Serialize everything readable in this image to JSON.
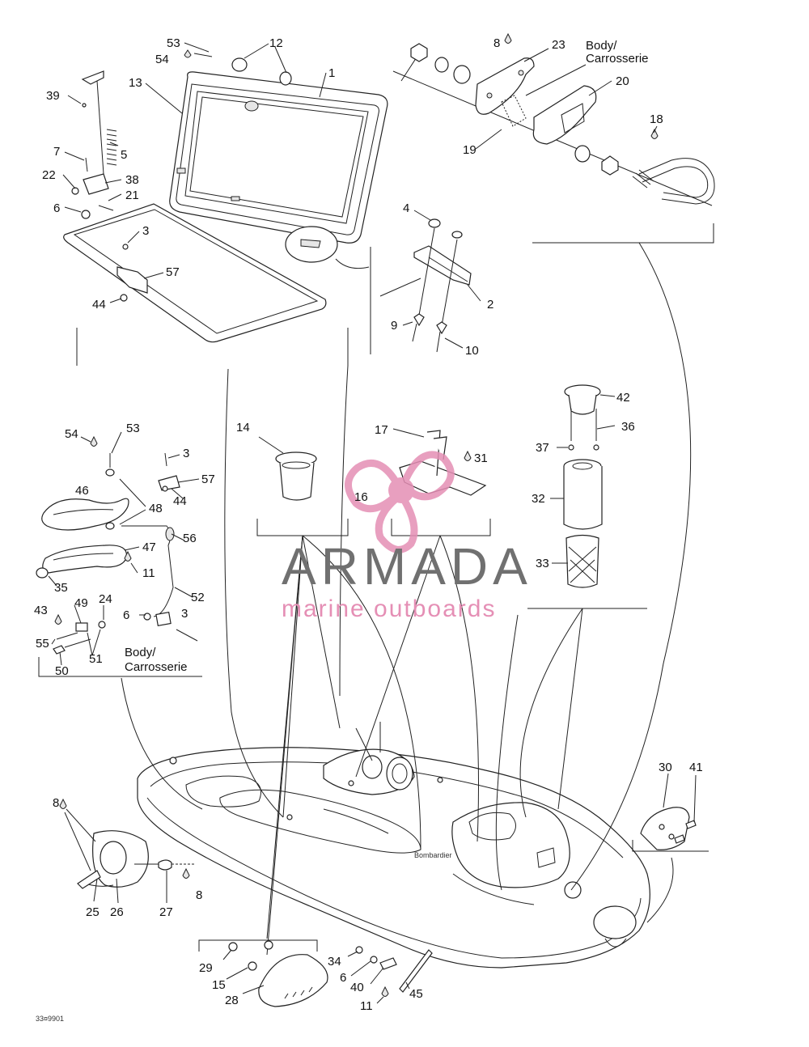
{
  "callouts": [
    {
      "id": "c1",
      "text": "1"
    },
    {
      "id": "c2",
      "text": "2"
    },
    {
      "id": "c3a",
      "text": "3"
    },
    {
      "id": "c3b",
      "text": "3"
    },
    {
      "id": "c3c",
      "text": "3"
    },
    {
      "id": "c4",
      "text": "4"
    },
    {
      "id": "c5",
      "text": "5"
    },
    {
      "id": "c6a",
      "text": "6"
    },
    {
      "id": "c6b",
      "text": "6"
    },
    {
      "id": "c6c",
      "text": "6"
    },
    {
      "id": "c7",
      "text": "7"
    },
    {
      "id": "c8a",
      "text": "8"
    },
    {
      "id": "c8b",
      "text": "8"
    },
    {
      "id": "c8c",
      "text": "8"
    },
    {
      "id": "c9",
      "text": "9"
    },
    {
      "id": "c10",
      "text": "10"
    },
    {
      "id": "c11a",
      "text": "11"
    },
    {
      "id": "c11b",
      "text": "11"
    },
    {
      "id": "c12",
      "text": "12"
    },
    {
      "id": "c13",
      "text": "13"
    },
    {
      "id": "c14",
      "text": "14"
    },
    {
      "id": "c15",
      "text": "15"
    },
    {
      "id": "c16",
      "text": "16"
    },
    {
      "id": "c17",
      "text": "17"
    },
    {
      "id": "c18",
      "text": "18"
    },
    {
      "id": "c19",
      "text": "19"
    },
    {
      "id": "c20",
      "text": "20"
    },
    {
      "id": "c21",
      "text": "21"
    },
    {
      "id": "c22",
      "text": "22"
    },
    {
      "id": "c23",
      "text": "23"
    },
    {
      "id": "c24",
      "text": "24"
    },
    {
      "id": "c25",
      "text": "25"
    },
    {
      "id": "c26",
      "text": "26"
    },
    {
      "id": "c27",
      "text": "27"
    },
    {
      "id": "c28",
      "text": "28"
    },
    {
      "id": "c29",
      "text": "29"
    },
    {
      "id": "c30",
      "text": "30"
    },
    {
      "id": "c31",
      "text": "31"
    },
    {
      "id": "c32",
      "text": "32"
    },
    {
      "id": "c33",
      "text": "33"
    },
    {
      "id": "c34",
      "text": "34"
    },
    {
      "id": "c35",
      "text": "35"
    },
    {
      "id": "c36",
      "text": "36"
    },
    {
      "id": "c37",
      "text": "37"
    },
    {
      "id": "c38",
      "text": "38"
    },
    {
      "id": "c39",
      "text": "39"
    },
    {
      "id": "c40",
      "text": "40"
    },
    {
      "id": "c41",
      "text": "41"
    },
    {
      "id": "c42",
      "text": "42"
    },
    {
      "id": "c43",
      "text": "43"
    },
    {
      "id": "c44a",
      "text": "44"
    },
    {
      "id": "c44b",
      "text": "44"
    },
    {
      "id": "c45",
      "text": "45"
    },
    {
      "id": "c46",
      "text": "46"
    },
    {
      "id": "c47",
      "text": "47"
    },
    {
      "id": "c48",
      "text": "48"
    },
    {
      "id": "c49",
      "text": "49"
    },
    {
      "id": "c50",
      "text": "50"
    },
    {
      "id": "c51",
      "text": "51"
    },
    {
      "id": "c52",
      "text": "52"
    },
    {
      "id": "c53a",
      "text": "53"
    },
    {
      "id": "c53b",
      "text": "53"
    },
    {
      "id": "c54a",
      "text": "54"
    },
    {
      "id": "c54b",
      "text": "54"
    },
    {
      "id": "c55",
      "text": "55"
    },
    {
      "id": "c56",
      "text": "56"
    },
    {
      "id": "c57a",
      "text": "57"
    },
    {
      "id": "c57b",
      "text": "57"
    }
  ],
  "body_label": {
    "line1": "Body/",
    "line2": "Carrosserie"
  },
  "watermark": {
    "brand": "ARMADA",
    "tagline": "marine outboards",
    "color_brand": "#707070",
    "color_tagline": "#e58fb5",
    "color_logo": "#e58fb5"
  },
  "hull_badge": "Bombardier",
  "drawing_code": "33¤9901"
}
